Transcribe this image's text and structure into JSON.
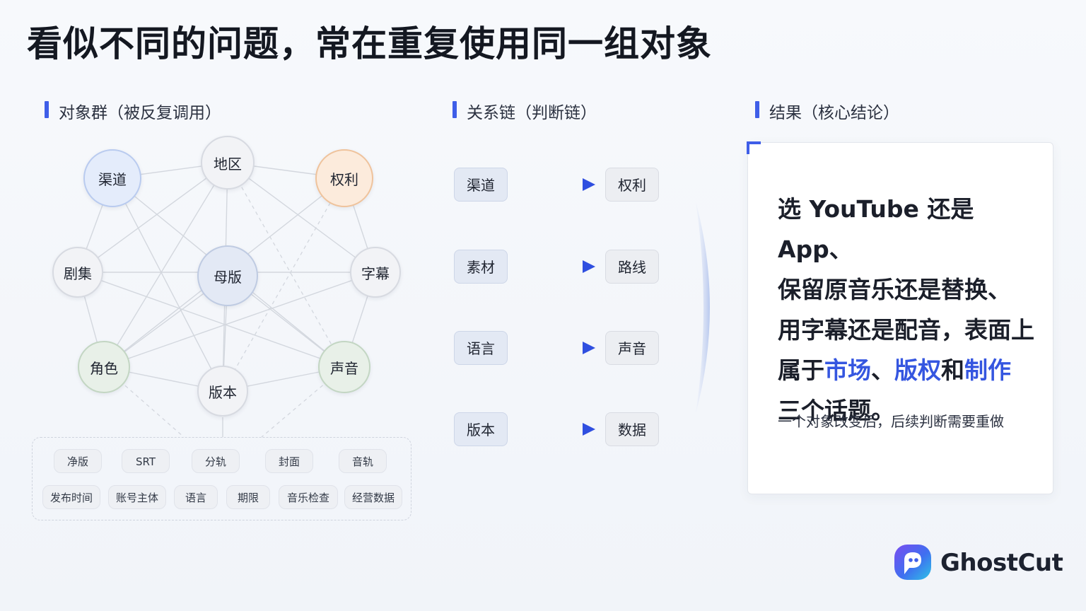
{
  "title": "看似不同的问题，常在重复使用同一组对象",
  "sections": {
    "objects": "对象群（被反复调用）",
    "chain": "关系链（判断链）",
    "result": "结果（核心结论）"
  },
  "nodes": [
    {
      "id": "channel",
      "label": "渠道",
      "style": "blue"
    },
    {
      "id": "region",
      "label": "地区",
      "style": "gray"
    },
    {
      "id": "rights",
      "label": "权利",
      "style": "orange"
    },
    {
      "id": "series",
      "label": "剧集",
      "style": "gray"
    },
    {
      "id": "master",
      "label": "母版",
      "style": "center"
    },
    {
      "id": "subtitle",
      "label": "字幕",
      "style": "gray"
    },
    {
      "id": "role",
      "label": "角色",
      "style": "green"
    },
    {
      "id": "voice",
      "label": "声音",
      "style": "green"
    },
    {
      "id": "version",
      "label": "版本",
      "style": "gray"
    }
  ],
  "tags_row1": [
    "净版",
    "SRT",
    "分轨",
    "封面",
    "音轨"
  ],
  "tags_row2": [
    "发布时间",
    "账号主体",
    "语言",
    "期限",
    "音乐检查",
    "经营数据"
  ],
  "chains": [
    {
      "from": "渠道",
      "to": "权利"
    },
    {
      "from": "素材",
      "to": "路线"
    },
    {
      "from": "语言",
      "to": "声音"
    },
    {
      "from": "版本",
      "to": "数据"
    }
  ],
  "result": {
    "line1": "选 YouTube 还是 App、",
    "line2": "保留原音乐还是替换、",
    "line3": "用字幕还是配音，表面上",
    "line4_pre": "属于",
    "hl1": "市场",
    "sep1": "、",
    "hl2": "版权",
    "mid": "和",
    "hl3": "制作",
    "line5": "三个话题。",
    "note": "一个对象改变后，后续判断需要重做"
  },
  "brand": "GhostCut",
  "colors": {
    "accent": "#3f5ee8",
    "highlight": "#3556e0"
  }
}
